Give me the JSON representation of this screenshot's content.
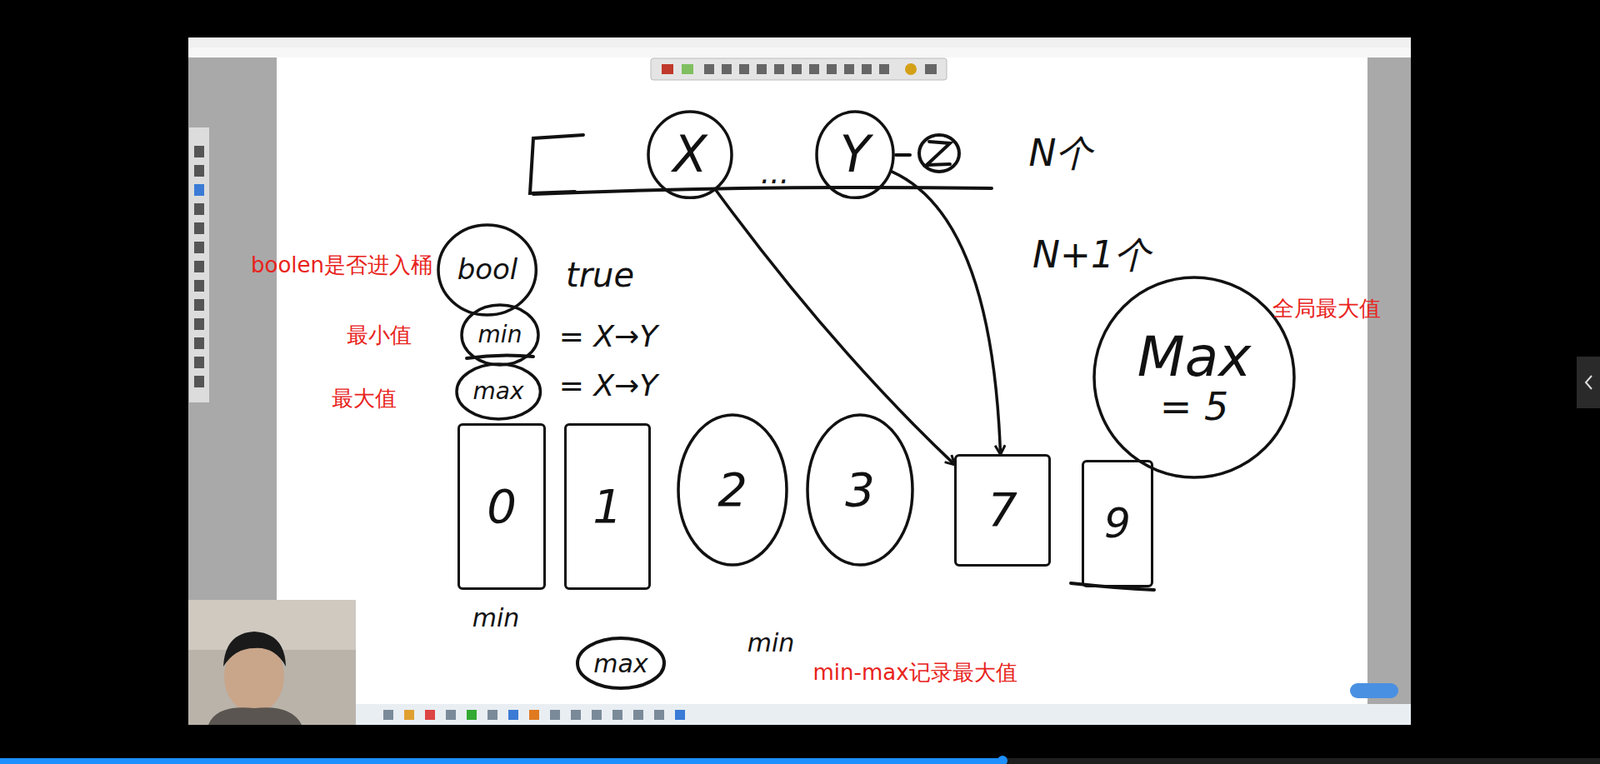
{
  "diagram": {
    "nodes": [
      {
        "text": [
          "X"
        ]
      },
      {
        "text": [
          "Y"
        ]
      },
      {
        "text": [
          "bool"
        ]
      },
      {
        "text": [
          "min"
        ]
      },
      {
        "text": [
          "max"
        ]
      },
      {
        "text": [
          "0"
        ]
      },
      {
        "text": [
          "1"
        ]
      },
      {
        "text": [
          "2"
        ]
      },
      {
        "text": [
          "3"
        ]
      },
      {
        "text": [
          "7"
        ]
      },
      {
        "text": [
          "9"
        ]
      },
      {
        "text": [
          "Max",
          "= 5"
        ]
      }
    ],
    "edges": [
      {
        "from": 0,
        "to": 9,
        "arrow": "to"
      },
      {
        "from": 1,
        "to": 9,
        "arrow": "to"
      }
    ],
    "labels": [
      "...",
      "N个",
      "N+1个",
      "true",
      "= X→Y",
      "= X→Y",
      "min",
      "max",
      "min",
      "boolen是否进入桶",
      "最小值",
      "最大值",
      "全局最大值",
      "min-max记录最大值"
    ]
  }
}
